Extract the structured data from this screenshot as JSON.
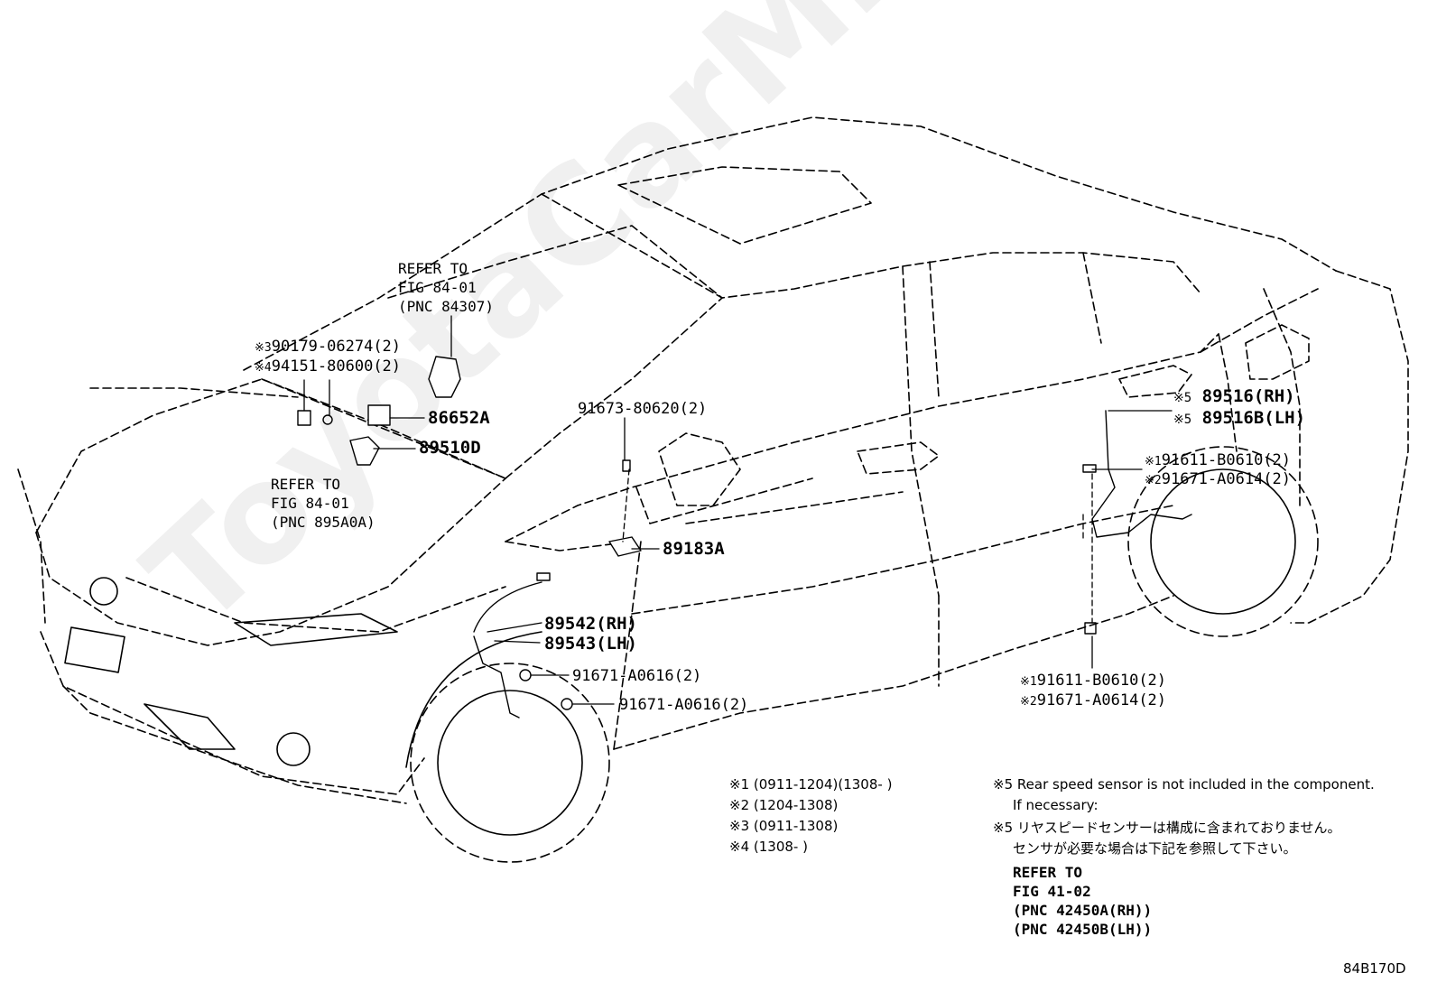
{
  "watermark": "ToyotaCarMine.ru",
  "diagram_code": "84B170D",
  "callouts": {
    "ref_top": {
      "line1": "REFER TO",
      "line2": "FIG 84-01",
      "line3": "(PNC 84307)"
    },
    "ref_left": {
      "line1": "REFER TO",
      "line2": "FIG 84-01",
      "line3": "(PNC 895A0A)"
    },
    "part_90179": {
      "mark": "※3",
      "text": "90179-06274(2)"
    },
    "part_94151": {
      "mark": "※4",
      "text": "94151-80600(2)"
    },
    "part_86652A": "86652A",
    "part_89510D": "89510D",
    "part_91673": "91673-80620(2)",
    "part_89183A": "89183A",
    "part_89542": "89542(RH)",
    "part_89543": "89543(LH)",
    "part_91671_a": "91671-A0616(2)",
    "part_91671_b": "91671-A0616(2)",
    "part_89516": {
      "mark": "※5",
      "text": "89516(RH)"
    },
    "part_89516B": {
      "mark": "※5",
      "text": "89516B(LH)"
    },
    "part_91611_upper": {
      "mark": "※1",
      "text": "91611-B0610(2)"
    },
    "part_91671_upper": {
      "mark": "※2",
      "text": "91671-A0614(2)"
    },
    "part_91611_lower": {
      "mark": "※1",
      "text": "91611-B0610(2)"
    },
    "part_91671_lower": {
      "mark": "※2",
      "text": "91671-A0614(2)"
    }
  },
  "notes": {
    "n1": {
      "mark": "※1",
      "text": "(0911-1204)(1308-        )"
    },
    "n2": {
      "mark": "※2",
      "text": "(1204-1308)"
    },
    "n3": {
      "mark": "※3",
      "text": "(0911-1308)"
    },
    "n4": {
      "mark": "※4",
      "text": "(1308-        )"
    },
    "n5_en": {
      "mark": "※5",
      "text": "Rear speed sensor is not included in the component.",
      "text2": "If necessary:"
    },
    "n5_jp": {
      "mark": "※5",
      "text": "リヤスピードセンサーは構成に含まれておりません。",
      "text2": "センサが必要な場合は下記を参照して下さい。"
    },
    "refer": {
      "line1": "REFER TO",
      "line2": "FIG 41-02",
      "line3": "(PNC 42450A(RH))",
      "line4": "(PNC 42450B(LH))"
    }
  }
}
